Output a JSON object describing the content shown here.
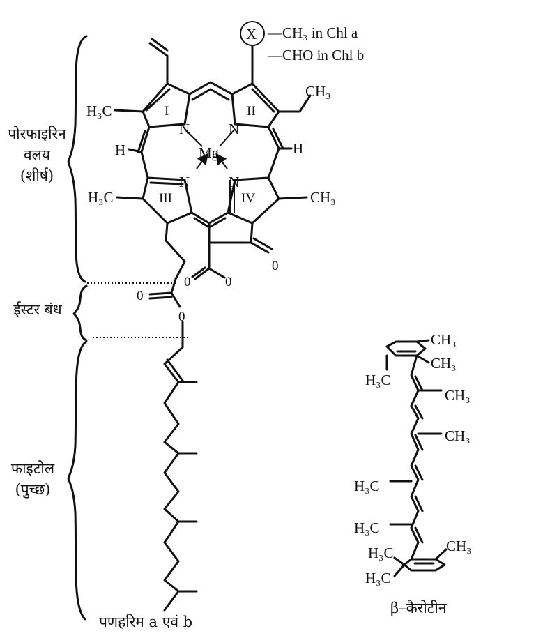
{
  "labels": {
    "porphyrin_line1": "पोरफाइरिन",
    "porphyrin_line2": "वलय",
    "porphyrin_line3": "(शीर्ष)",
    "ester": "ईस्टर बंध",
    "phytol_line1": "फाइटोल",
    "phytol_line2": "(पुच्छ)",
    "chl_caption": "पणहरिम a एवं b",
    "carotene_caption": "β–कैरोटीन"
  },
  "chlorophyll": {
    "x_group": "X",
    "x_note_a": "—CH₃ in Chl a",
    "x_note_b": "—CHO in Chl b",
    "rings": [
      "I",
      "II",
      "III",
      "IV"
    ],
    "metal": "Mg",
    "nitrogen": "N",
    "hydrogen": "H",
    "methyl_left": "H₃C",
    "methyl_right": "CH₃",
    "oxygen": "0"
  },
  "carotene": {
    "methyl_right": "CH₃",
    "methyl_left": "H₃C"
  }
}
